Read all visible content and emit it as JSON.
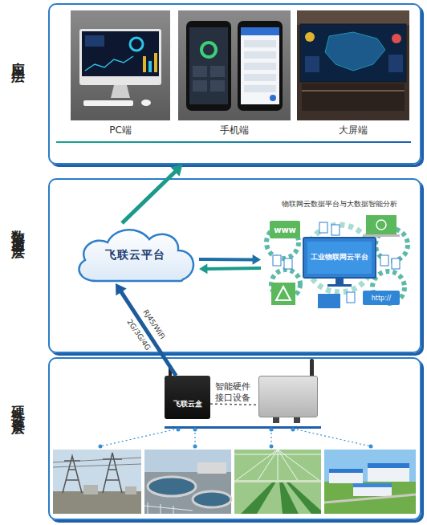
{
  "diagram": {
    "nodes": [
      {
        "text": [
          "应用层"
        ]
      },
      {
        "text": [
          "PC端"
        ],
        "in": 0
      },
      {
        "text": [
          "手机端"
        ],
        "in": 0
      },
      {
        "text": [
          "大屏端"
        ],
        "in": 0
      },
      {
        "text": [
          "数据服务层"
        ]
      },
      {
        "text": [
          "飞联云平台"
        ],
        "in": 4
      },
      {
        "text": [
          "物联网云数据平台与大数据智能分析",
          "工业物联网云平台"
        ],
        "in": 4
      },
      {
        "text": [
          "硬件设备层"
        ]
      },
      {
        "text": [
          "飞联云盒"
        ],
        "in": 7
      },
      {
        "text": [
          "智能硬件接口设备"
        ],
        "in": 7
      }
    ],
    "edges": [
      {
        "from": 5,
        "to": 0,
        "arrow": "to"
      },
      {
        "from": 5,
        "to": 6,
        "arrow": "to"
      },
      {
        "from": 6,
        "to": 5,
        "arrow": "to"
      },
      {
        "from": 8,
        "to": 5,
        "label": "RJ45/WiFi",
        "arrow": "to"
      },
      {
        "from": 8,
        "to": 9,
        "arrow": "none"
      }
    ],
    "labels": [
      "www",
      "http://",
      "2G/3G/4G"
    ]
  }
}
